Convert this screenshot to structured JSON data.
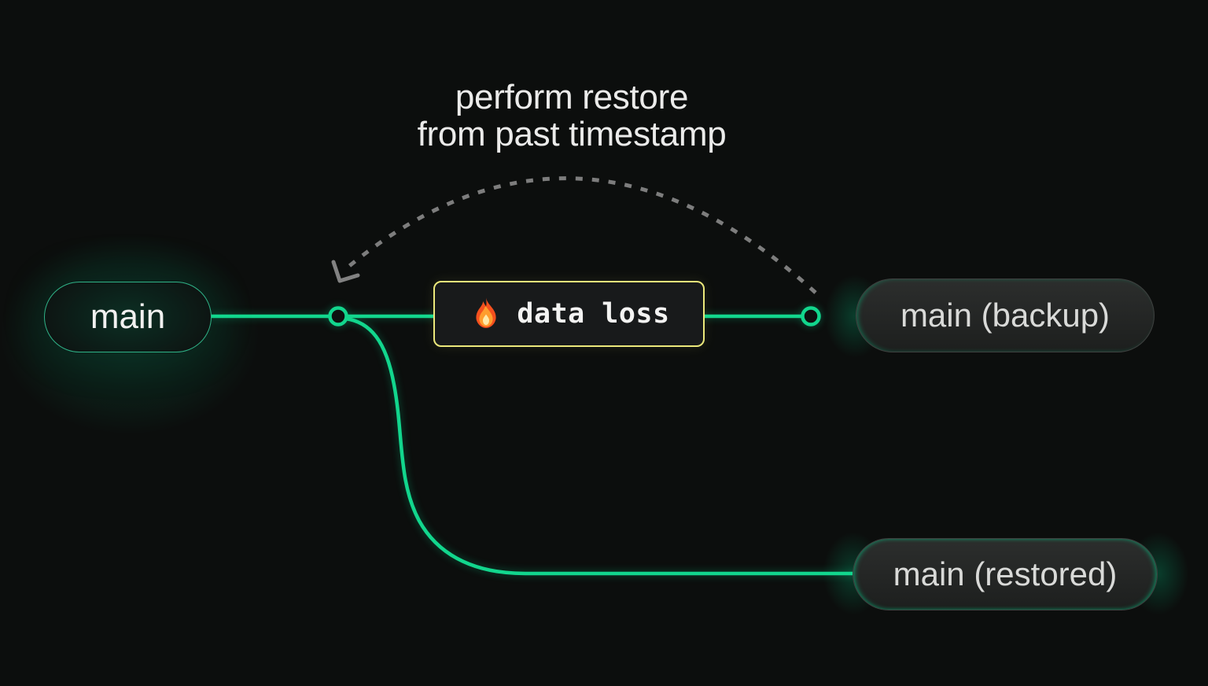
{
  "diagram": {
    "annotation": {
      "line1": "perform restore",
      "line2": "from past timestamp"
    },
    "nodes": [
      {
        "id": "main",
        "label": "main"
      },
      {
        "id": "main-backup",
        "label": "main (backup)"
      },
      {
        "id": "main-restored",
        "label": "main (restored)"
      }
    ],
    "event": {
      "icon": "fire-icon",
      "label": "data loss"
    }
  },
  "colors": {
    "bg": "#0c0e0d",
    "green": "#12d68d",
    "yellow": "#ebe87b",
    "arc": "#8a8a8a"
  }
}
